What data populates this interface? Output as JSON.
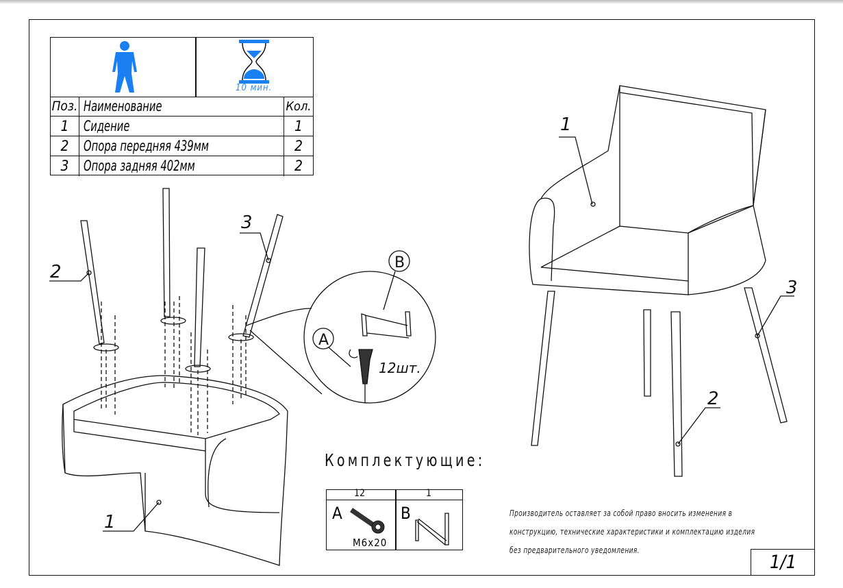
{
  "parts_table": {
    "time_label": "10 мин.",
    "headers": {
      "pos": "Поз.",
      "name": "Наименование",
      "qty": "Кол."
    },
    "rows": [
      {
        "pos": "1",
        "name": "Сидение",
        "qty": "1"
      },
      {
        "pos": "2",
        "name": "Опора передняя 439мм",
        "qty": "2"
      },
      {
        "pos": "3",
        "name": "Опора задняя 402мм",
        "qty": "2"
      }
    ],
    "icons": [
      "person-icon",
      "hourglass-icon"
    ],
    "icon_color": "#1a7ff0"
  },
  "drawing": {
    "left_callouts": [
      "1",
      "2",
      "3"
    ],
    "detail_callouts": {
      "a": "A",
      "b": "B",
      "count": "12шт."
    },
    "right_callouts": [
      "1",
      "2",
      "3"
    ]
  },
  "kit": {
    "title": "Комплектующие:",
    "items": [
      {
        "letter": "A",
        "qty": "12",
        "size": "M6x20",
        "icon": "bolt-icon"
      },
      {
        "letter": "B",
        "qty": "1",
        "icon": "hex-key-icon"
      }
    ]
  },
  "note": [
    "Производитель оставляет за собой право вносить изменения в",
    "конструкцию, технические характеристики и комплектацию изделия",
    "без предварительного уведомления."
  ],
  "page_number": "1/1"
}
